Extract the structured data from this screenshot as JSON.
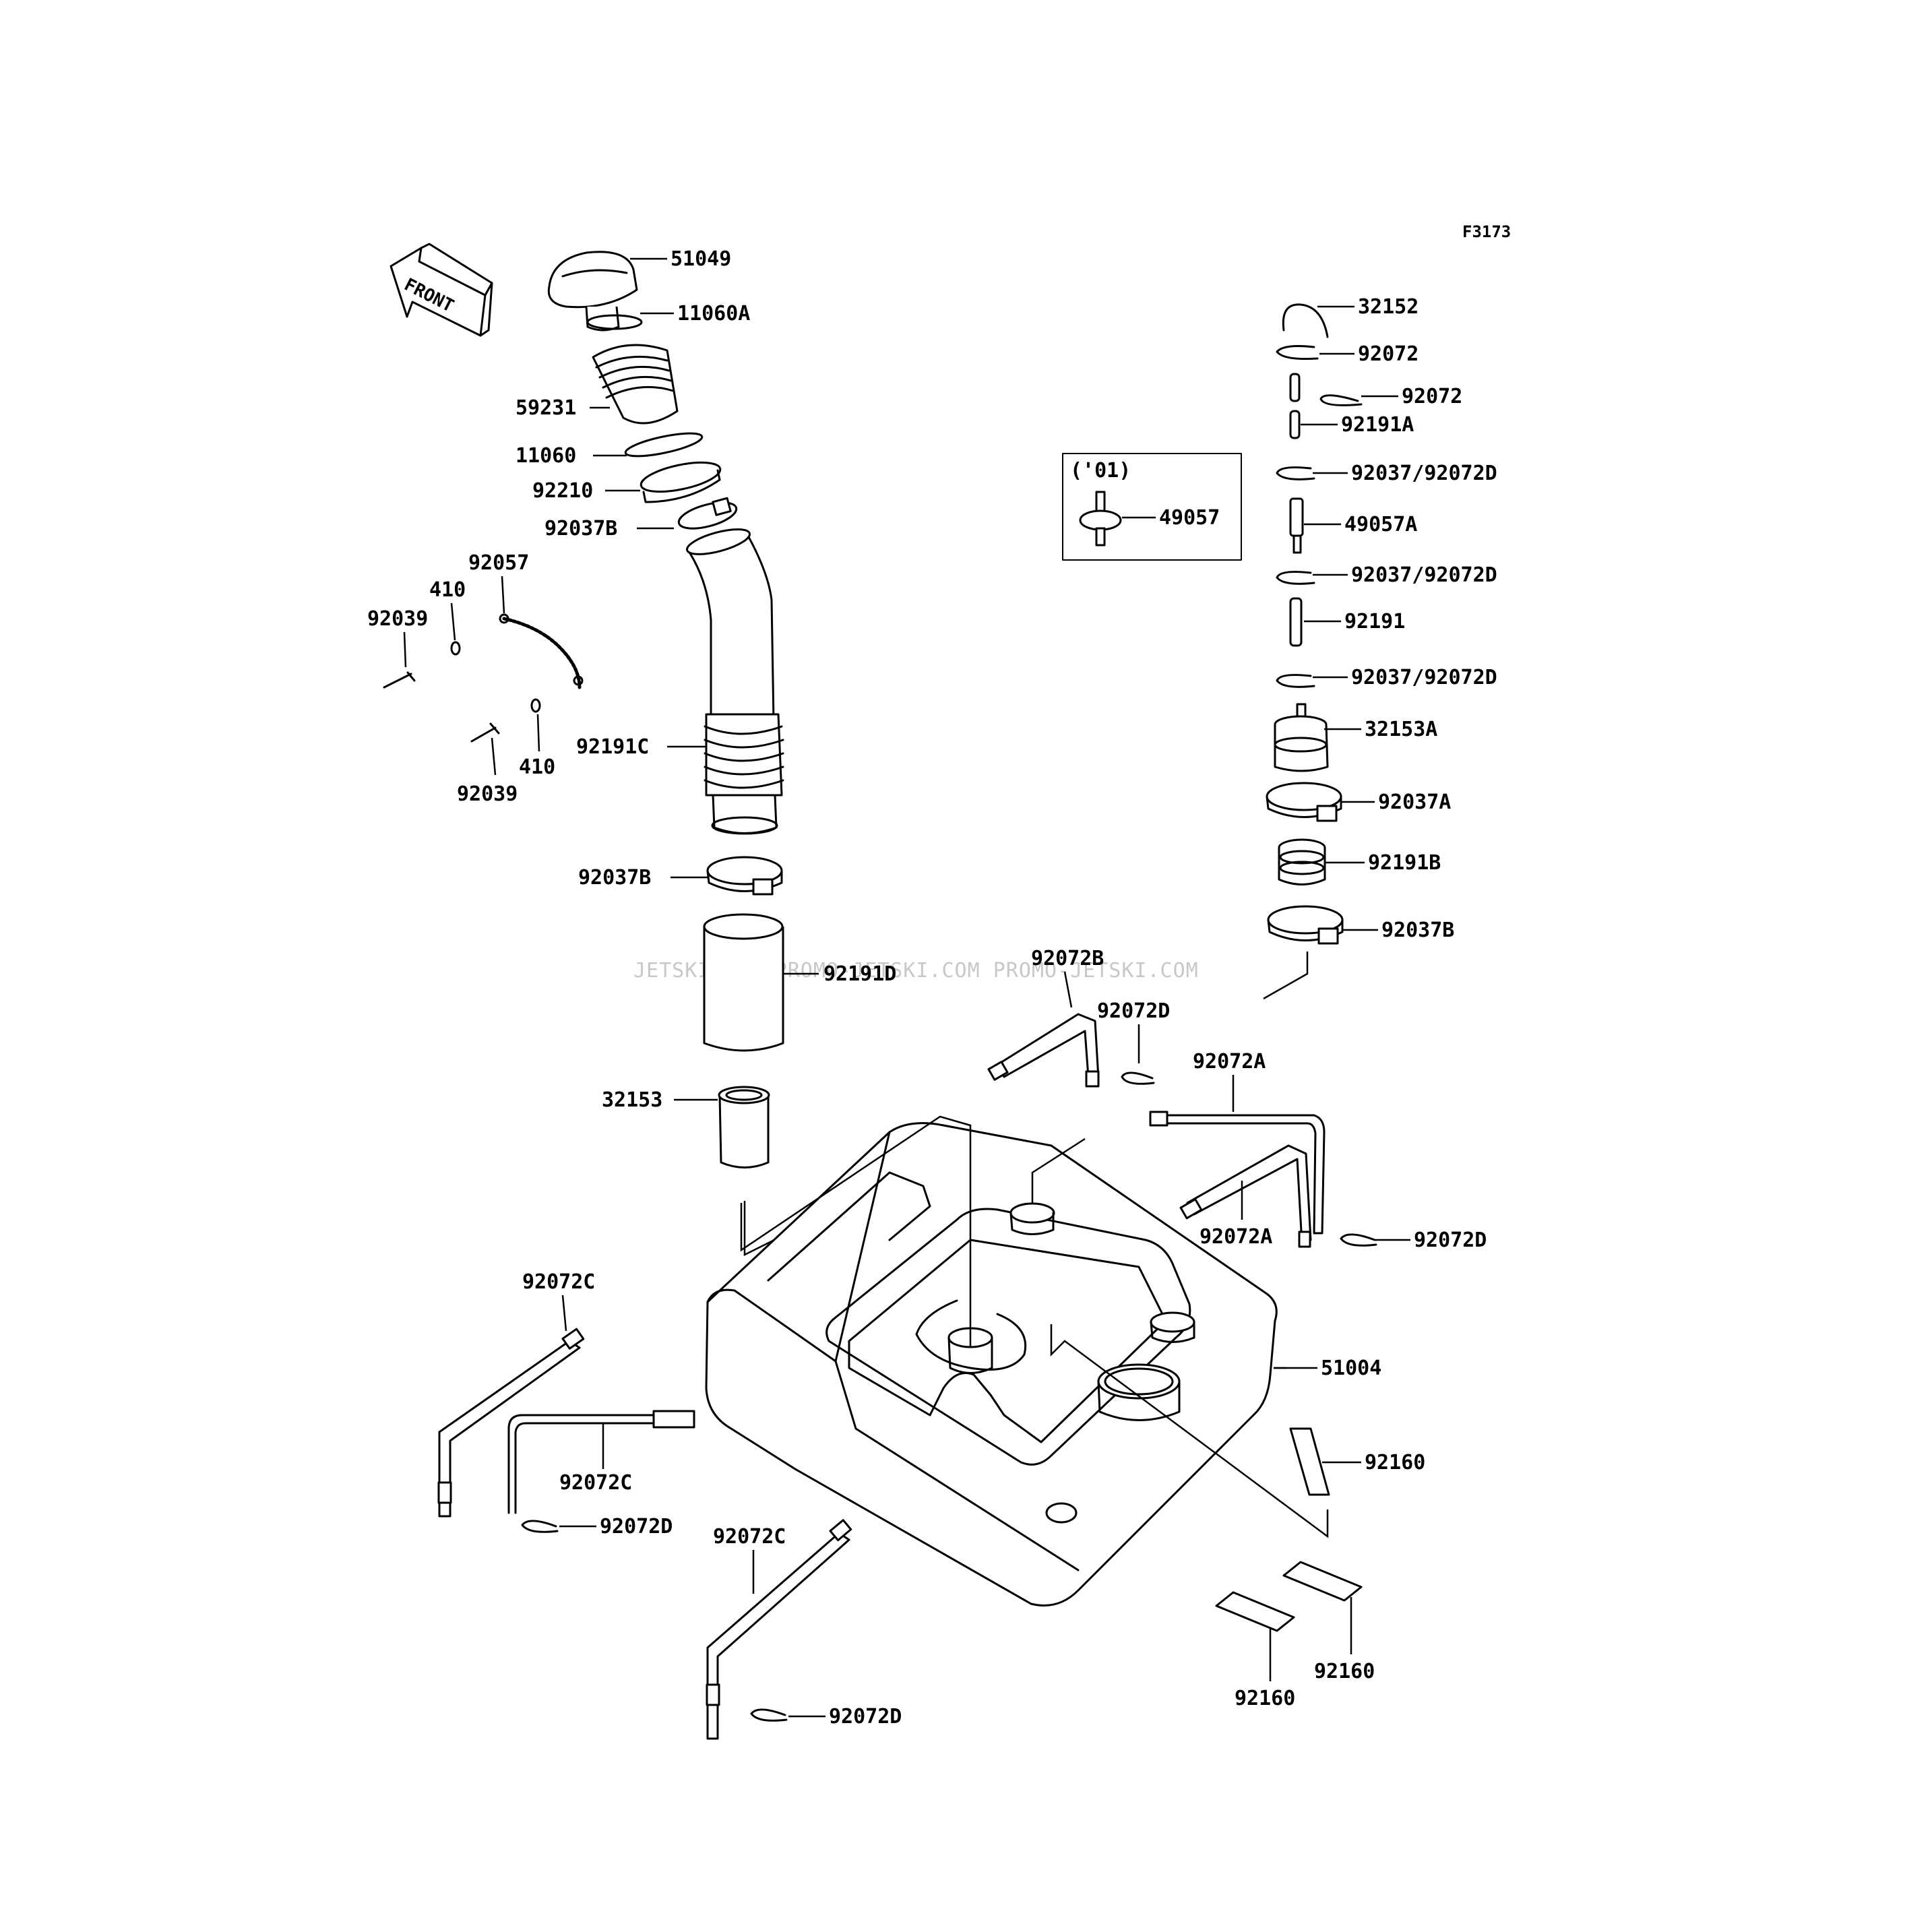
{
  "figure_code": "F3173",
  "front_label": "FRONT",
  "box_label": "('01)",
  "watermark": "JETSKI.COM    PROMO-JETSKI.COM    PROMO-JETSKI.COM",
  "parts": {
    "p51049": "51049",
    "p11060A": "11060A",
    "p59231": "59231",
    "p11060": "11060",
    "p92210": "92210",
    "p92037B_top": "92037B",
    "p92057": "92057",
    "p410_a": "410",
    "p92039_a": "92039",
    "p410_b": "410",
    "p92039_b": "92039",
    "p92191C": "92191C",
    "p92037B_mid": "92037B",
    "p92191D": "92191D",
    "p32153": "32153",
    "p32152": "32152",
    "p92072_a": "92072",
    "p92072_b": "92072",
    "p92191A": "92191A",
    "p92037_92072D_a": "92037/92072D",
    "p49057A": "49057A",
    "p49057": "49057",
    "p92037_92072D_b": "92037/92072D",
    "p92191": "92191",
    "p92037_92072D_c": "92037/92072D",
    "p32153A": "32153A",
    "p92037A": "92037A",
    "p92191B": "92191B",
    "p92037B_right": "92037B",
    "p92072B": "92072B",
    "p92072D_a": "92072D",
    "p92072A_a": "92072A",
    "p92072A_b": "92072A",
    "p92072D_b": "92072D",
    "p92072C_a": "92072C",
    "p92072C_b": "92072C",
    "p92072D_c": "92072D",
    "p92072C_c": "92072C",
    "p92072D_d": "92072D",
    "p51004": "51004",
    "p92160_a": "92160",
    "p92160_b": "92160",
    "p92160_c": "92160"
  }
}
